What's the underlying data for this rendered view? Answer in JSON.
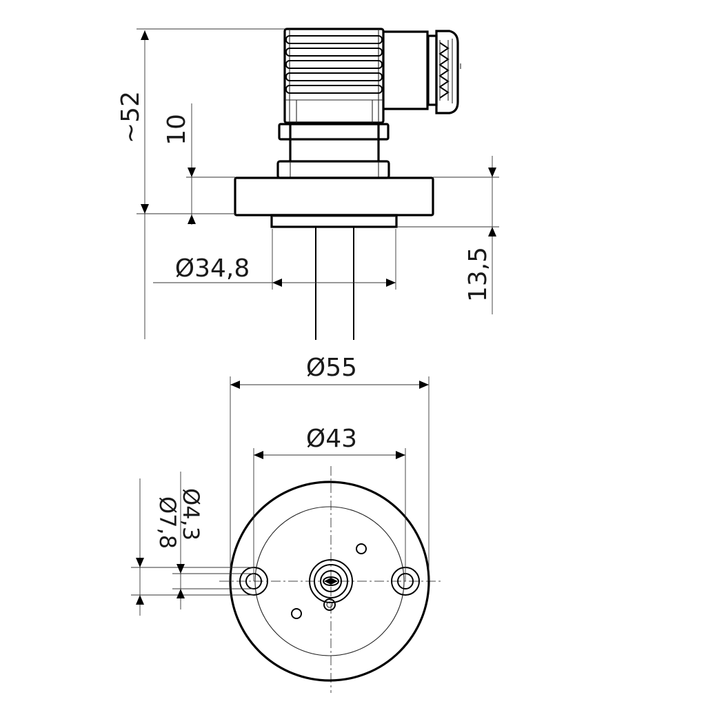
{
  "drawing": {
    "dimensions": {
      "overall_height": "~52",
      "flange_offset": "10",
      "spigot_diameter": "Ø34,8",
      "bottom_height": "13,5",
      "flange_diameter": "Ø55",
      "bolt_circle_diameter": "Ø43",
      "counterbore_diameter": "Ø7,8",
      "hole_diameter": "Ø4,3"
    }
  }
}
